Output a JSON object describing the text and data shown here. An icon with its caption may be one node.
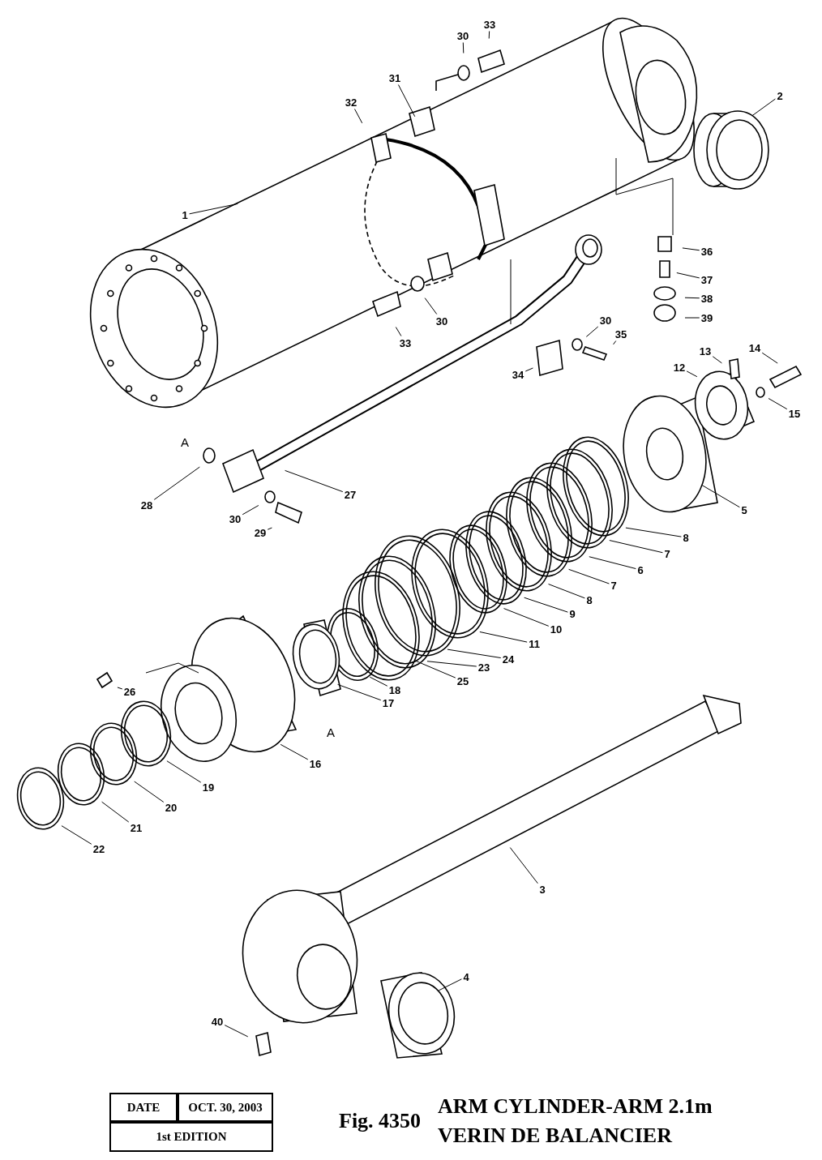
{
  "diagram": {
    "title": "ARM CYLINDER-ARM 2.1m",
    "nodes": [
      {
        "text": [
          "33"
        ]
      },
      {
        "text": [
          "30"
        ]
      },
      {
        "text": [
          "31"
        ]
      },
      {
        "text": [
          "32"
        ]
      },
      {
        "text": [
          "2"
        ]
      },
      {
        "text": [
          "1"
        ]
      },
      {
        "text": [
          "36"
        ]
      },
      {
        "text": [
          "37"
        ]
      },
      {
        "text": [
          "38"
        ]
      },
      {
        "text": [
          "39"
        ]
      },
      {
        "text": [
          "30"
        ]
      },
      {
        "text": [
          "33"
        ]
      },
      {
        "text": [
          "30"
        ]
      },
      {
        "text": [
          "35"
        ]
      },
      {
        "text": [
          "34"
        ]
      },
      {
        "text": [
          "13"
        ]
      },
      {
        "text": [
          "14"
        ]
      },
      {
        "text": [
          "12"
        ]
      },
      {
        "text": [
          "15"
        ]
      },
      {
        "text": [
          "28"
        ]
      },
      {
        "text": [
          "27"
        ]
      },
      {
        "text": [
          "30"
        ]
      },
      {
        "text": [
          "29"
        ]
      },
      {
        "text": [
          "5"
        ]
      },
      {
        "text": [
          "8"
        ]
      },
      {
        "text": [
          "7"
        ]
      },
      {
        "text": [
          "6"
        ]
      },
      {
        "text": [
          "7"
        ]
      },
      {
        "text": [
          "8"
        ]
      },
      {
        "text": [
          "9"
        ]
      },
      {
        "text": [
          "10"
        ]
      },
      {
        "text": [
          "11"
        ]
      },
      {
        "text": [
          "24"
        ]
      },
      {
        "text": [
          "23"
        ]
      },
      {
        "text": [
          "25"
        ]
      },
      {
        "text": [
          "18"
        ]
      },
      {
        "text": [
          "17"
        ]
      },
      {
        "text": [
          "26"
        ]
      },
      {
        "text": [
          "16"
        ]
      },
      {
        "text": [
          "19"
        ]
      },
      {
        "text": [
          "20"
        ]
      },
      {
        "text": [
          "21"
        ]
      },
      {
        "text": [
          "22"
        ]
      },
      {
        "text": [
          "3"
        ]
      },
      {
        "text": [
          "4"
        ]
      },
      {
        "text": [
          "40"
        ]
      }
    ],
    "edges": [
      {
        "from": 0,
        "to": null,
        "arrow": "none"
      },
      {
        "from": 1,
        "to": null,
        "arrow": "none"
      },
      {
        "from": 2,
        "to": null,
        "arrow": "none"
      },
      {
        "from": 3,
        "to": null,
        "arrow": "none"
      },
      {
        "from": 4,
        "to": null,
        "arrow": "none"
      },
      {
        "from": 5,
        "to": null,
        "arrow": "none"
      },
      {
        "from": 6,
        "to": null,
        "arrow": "none"
      },
      {
        "from": 7,
        "to": null,
        "arrow": "none"
      },
      {
        "from": 8,
        "to": null,
        "arrow": "none"
      },
      {
        "from": 9,
        "to": null,
        "arrow": "none"
      },
      {
        "from": 10,
        "to": null,
        "arrow": "none"
      },
      {
        "from": 11,
        "to": null,
        "arrow": "none"
      },
      {
        "from": 12,
        "to": null,
        "arrow": "none"
      },
      {
        "from": 13,
        "to": null,
        "arrow": "none"
      },
      {
        "from": 14,
        "to": null,
        "arrow": "none"
      },
      {
        "from": 15,
        "to": null,
        "arrow": "none"
      },
      {
        "from": 16,
        "to": null,
        "arrow": "none"
      },
      {
        "from": 17,
        "to": null,
        "arrow": "none"
      },
      {
        "from": 18,
        "to": null,
        "arrow": "none"
      },
      {
        "from": 19,
        "to": null,
        "arrow": "none"
      },
      {
        "from": 20,
        "to": null,
        "arrow": "none"
      },
      {
        "from": 21,
        "to": null,
        "arrow": "none"
      },
      {
        "from": 22,
        "to": null,
        "arrow": "none"
      },
      {
        "from": 23,
        "to": null,
        "arrow": "none"
      },
      {
        "from": 24,
        "to": null,
        "arrow": "none"
      },
      {
        "from": 25,
        "to": null,
        "arrow": "none"
      },
      {
        "from": 26,
        "to": null,
        "arrow": "none"
      },
      {
        "from": 27,
        "to": null,
        "arrow": "none"
      },
      {
        "from": 28,
        "to": null,
        "arrow": "none"
      },
      {
        "from": 29,
        "to": null,
        "arrow": "none"
      },
      {
        "from": 30,
        "to": null,
        "arrow": "none"
      },
      {
        "from": 31,
        "to": null,
        "arrow": "none"
      },
      {
        "from": 32,
        "to": null,
        "arrow": "none"
      },
      {
        "from": 33,
        "to": null,
        "arrow": "none"
      },
      {
        "from": 34,
        "to": null,
        "arrow": "none"
      },
      {
        "from": 35,
        "to": null,
        "arrow": "none"
      },
      {
        "from": 36,
        "to": null,
        "arrow": "none"
      },
      {
        "from": 37,
        "to": null,
        "arrow": "none"
      },
      {
        "from": 38,
        "to": null,
        "arrow": "none"
      },
      {
        "from": 39,
        "to": null,
        "arrow": "none"
      },
      {
        "from": 40,
        "to": null,
        "arrow": "none"
      },
      {
        "from": 41,
        "to": null,
        "arrow": "none"
      },
      {
        "from": 42,
        "to": null,
        "arrow": "none"
      },
      {
        "from": 43,
        "to": null,
        "arrow": "none"
      },
      {
        "from": 44,
        "to": null,
        "arrow": "none"
      },
      {
        "from": 45,
        "to": null,
        "arrow": "none"
      }
    ],
    "labels": [
      "A",
      "A",
      "DATE",
      "OCT. 30, 2003",
      "1st EDITION",
      "Fig. 4350",
      "VERIN DE BALANCIER"
    ]
  }
}
